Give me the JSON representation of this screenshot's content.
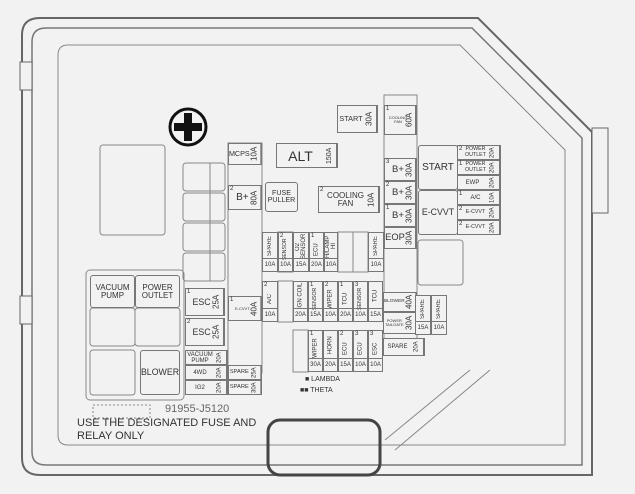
{
  "fuses": [
    {
      "label": "MCPS",
      "rating": "10A"
    },
    {
      "label": "B+",
      "rating": "80A",
      "marker": "2"
    },
    {
      "label": "FUSE PULLER"
    },
    {
      "label": "ALT",
      "rating": "150A"
    },
    {
      "label": "START",
      "rating": "30A"
    },
    {
      "label": "COOLING FAN",
      "rating": "10A",
      "marker": "2"
    },
    {
      "label": "SPARE",
      "rating": "10A"
    },
    {
      "label": "SENSOR",
      "rating": "10A",
      "marker": "2"
    },
    {
      "label": "O2 SENSOR",
      "rating": "15A"
    },
    {
      "label": "ECU",
      "rating": "20A",
      "marker": "1"
    },
    {
      "label": "H/LAMP HI",
      "rating": "10A"
    },
    {
      "label": "SPARE",
      "rating": "10A"
    },
    {
      "label": "COOLING FAN",
      "rating": "60A",
      "marker": "1"
    },
    {
      "label": "B+",
      "rating": "30A",
      "marker": "3"
    },
    {
      "label": "B+",
      "rating": "30A",
      "marker": "2"
    },
    {
      "label": "B+",
      "rating": "30A",
      "marker": "1"
    },
    {
      "label": "EOP",
      "rating": "30A"
    },
    {
      "label": "START"
    },
    {
      "label": "E-CVVT"
    },
    {
      "label": "POWER OUTLET",
      "rating": "20A",
      "marker": "2"
    },
    {
      "label": "POWER OUTLET",
      "rating": "20A",
      "marker": "1"
    },
    {
      "label": "EWP",
      "rating": "20A"
    },
    {
      "label": "A/C",
      "rating": "10A",
      "marker": "1"
    },
    {
      "label": "E-CVVT",
      "rating": "20A",
      "marker": "2"
    },
    {
      "label": "E-CVVT",
      "rating": "20A",
      "marker": "2"
    },
    {
      "label": "VACUUM PUMP"
    },
    {
      "label": "POWER OUTLET"
    },
    {
      "label": "BLOWER"
    },
    {
      "label": "ESC",
      "rating": "25A",
      "marker": "1"
    },
    {
      "label": "ESC",
      "rating": "25A",
      "marker": "2"
    },
    {
      "label": "E-CVVT",
      "rating": "40A",
      "marker": "1"
    },
    {
      "label": "A/C",
      "rating": "10A",
      "marker": "2"
    },
    {
      "label": "IGN COIL",
      "rating": "20A"
    },
    {
      "label": "SENSOR",
      "rating": "15A",
      "marker": "1"
    },
    {
      "label": "WIPER",
      "rating": "10A",
      "marker": "2"
    },
    {
      "label": "TCU",
      "rating": "20A",
      "marker": "1"
    },
    {
      "label": "SENSOR",
      "rating": "10A",
      "marker": "3"
    },
    {
      "label": "TCU",
      "rating": "15A"
    },
    {
      "label": "BLOWER",
      "rating": "40A"
    },
    {
      "label": "POWER TAILGATE",
      "rating": "30A"
    },
    {
      "label": "SPARE",
      "rating": "15A"
    },
    {
      "label": "SPARE",
      "rating": "10A"
    },
    {
      "label": "WIPER",
      "rating": "30A",
      "marker": "1"
    },
    {
      "label": "HORN",
      "rating": "20A"
    },
    {
      "label": "ECU",
      "rating": "15A",
      "marker": "2"
    },
    {
      "label": "ECU",
      "rating": "10A",
      "marker": "3"
    },
    {
      "label": "ESC",
      "rating": "10A",
      "marker": "3"
    },
    {
      "label": "SPARE",
      "rating": "20A"
    },
    {
      "label": "VACUUM PUMP",
      "rating": "20A"
    },
    {
      "label": "4WD",
      "rating": "20A"
    },
    {
      "label": "IG2",
      "rating": "20A"
    },
    {
      "label": "SPARE",
      "rating": "25A"
    },
    {
      "label": "SPARE",
      "rating": "30A"
    }
  ],
  "legend": {
    "lambda": "■ LAMBDA",
    "theta": "■■ THETA"
  },
  "part_number": "91955-J5120",
  "notice_line1": "USE THE DESIGNATED FUSE AND",
  "notice_line2": "RELAY ONLY",
  "colors": {
    "line": "#777777",
    "background": "#f2f2f2"
  }
}
